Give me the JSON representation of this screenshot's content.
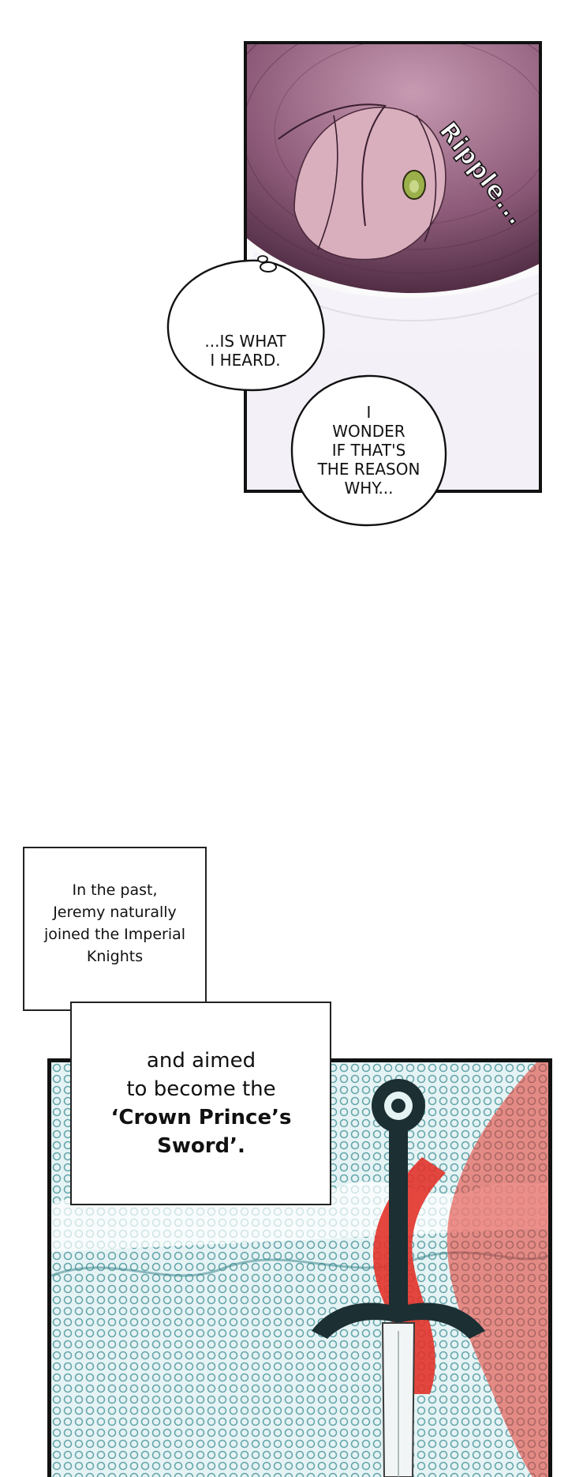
{
  "sfx": {
    "ripple": "Ripple..."
  },
  "bubbles": {
    "heard_line1": "...IS WHAT",
    "heard_line2": "I HEARD.",
    "wonder_line1": "I",
    "wonder_line2": "WONDER",
    "wonder_line3": "IF THAT'S",
    "wonder_line4": "THE REASON",
    "wonder_line5": "WHY..."
  },
  "captions": {
    "past_line1": "In the past,",
    "past_line2": "Jeremy naturally",
    "past_line3": "joined the Imperial",
    "past_line4": "Knights",
    "aim_line1": "and aimed",
    "aim_line2": "to become the",
    "aim_line3": "‘Crown Prince’s",
    "aim_line4": "Sword’."
  },
  "colors": {
    "tea": "#8c5a78",
    "tea_dark": "#5a2f49",
    "eye": "#9bb04a",
    "teal": "#2f7f86",
    "red": "#e2332a"
  }
}
